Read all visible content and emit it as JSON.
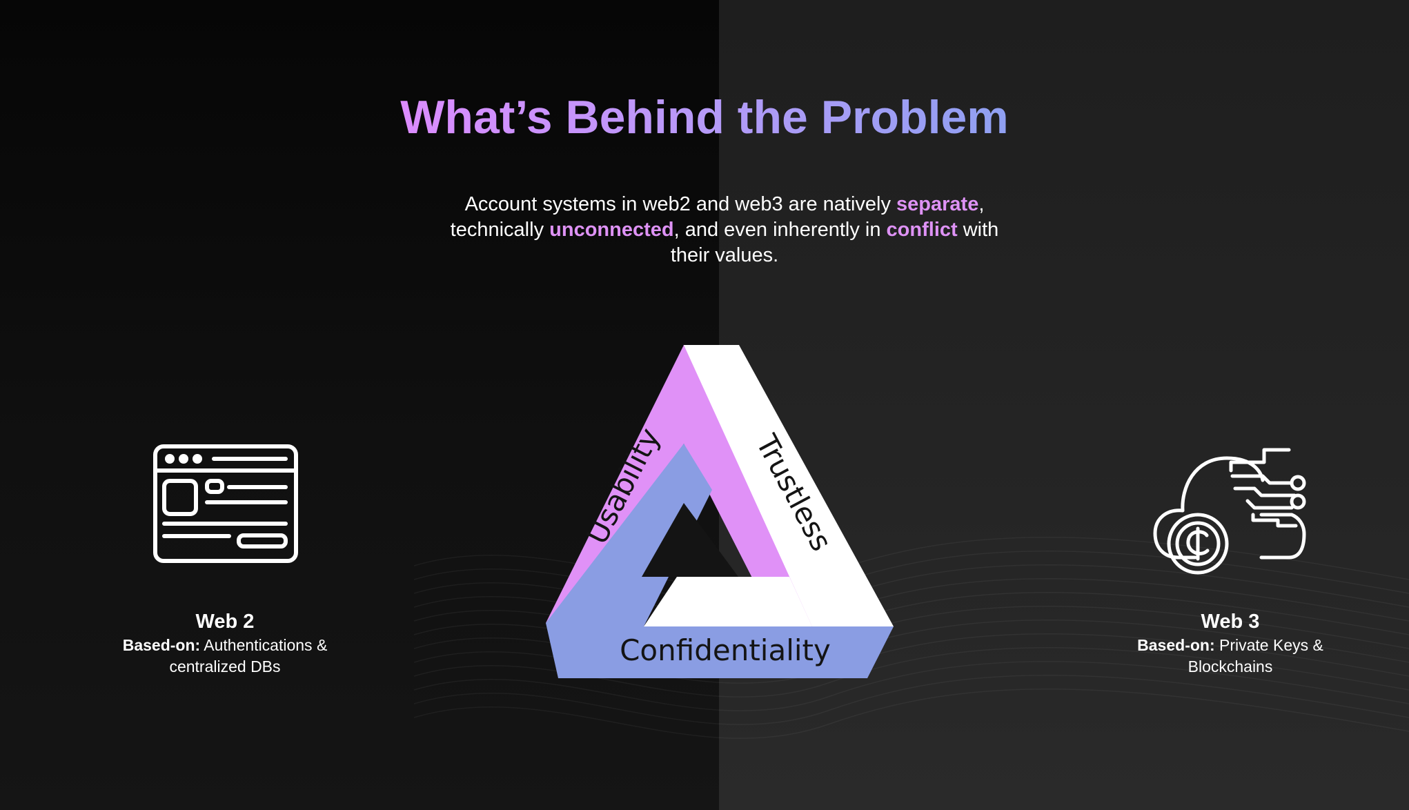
{
  "slide": {
    "title": "What’s Behind the Problem",
    "subtitle": {
      "line1_a": "Account systems in web2 and web3 are natively ",
      "line1_hl": "separate",
      "line1_b": ",",
      "line2_a": "technically ",
      "line2_hl1": "unconnected",
      "line2_b": ", and even inherently in ",
      "line2_hl2": "conflict",
      "line2_c": " with",
      "line3": "their values."
    }
  },
  "web2": {
    "icon": "browser-window-icon",
    "name": "Web 2",
    "based_on_label": "Based-on:",
    "based_on_value_1": " Authentications &",
    "based_on_value_2": "centralized DBs"
  },
  "web3": {
    "icon": "cloud-crypto-coin-icon",
    "name": "Web 3",
    "based_on_label": "Based-on:",
    "based_on_value_1": " Private Keys &",
    "based_on_value_2": "Blockchains"
  },
  "triangle": {
    "left": "Usability",
    "right": "Trustless",
    "bottom": "Confidentiality",
    "colors": {
      "left": "#e091f7",
      "right": "#ffffff",
      "bottom": "#8a9de3"
    }
  },
  "colors": {
    "highlight": "#de92f5",
    "title_gradient_start": "#dc8cff",
    "title_gradient_end": "#8fa0f2"
  }
}
